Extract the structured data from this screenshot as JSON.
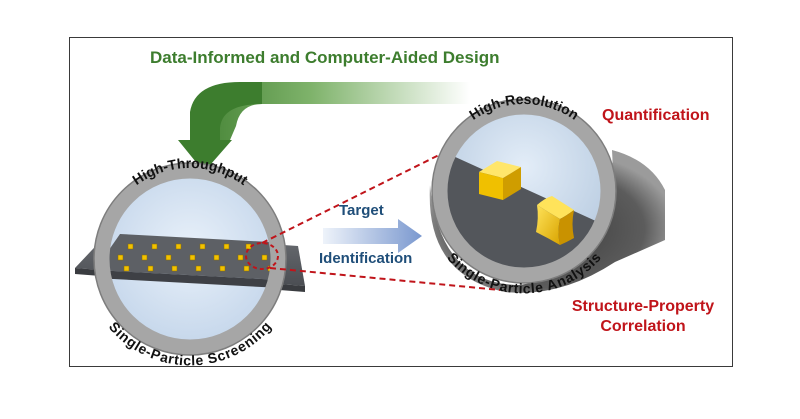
{
  "title": "Data-Informed and Computer-Aided Design",
  "left_circle": {
    "top_label": "High-Throughput",
    "bottom_label": "Single-Particle Screening"
  },
  "right_circle": {
    "top_label": "High-Resolution",
    "bottom_label": "Single-Particle Analysis"
  },
  "arrow_labels": {
    "top": "Target",
    "bottom": "Identification"
  },
  "quantification": "Quantification",
  "structure_property": {
    "line1": "Structure-Property",
    "line2": "Correlation"
  },
  "colors": {
    "green": "#3d7d2e",
    "red": "#c0141a",
    "blue": "#1f4e79",
    "gold": "#f2c200",
    "ring": "#a6a6a6"
  }
}
